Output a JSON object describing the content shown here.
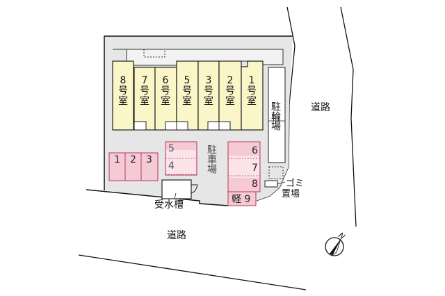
{
  "colors": {
    "lot_fill": "#e6e6e6",
    "building_fill": "#fbf6c8",
    "parking_fill": "#f6c9d6",
    "parking_border": "#b23a5a",
    "line": "#111111",
    "background": "#ffffff"
  },
  "rooms": [
    {
      "num": "8",
      "suffix1": "号",
      "suffix2": "室"
    },
    {
      "num": "7",
      "suffix1": "号",
      "suffix2": "室"
    },
    {
      "num": "6",
      "suffix1": "号",
      "suffix2": "室"
    },
    {
      "num": "5",
      "suffix1": "号",
      "suffix2": "室"
    },
    {
      "num": "3",
      "suffix1": "号",
      "suffix2": "室"
    },
    {
      "num": "2",
      "suffix1": "号",
      "suffix2": "室"
    },
    {
      "num": "1",
      "suffix1": "号",
      "suffix2": "室"
    }
  ],
  "parking": {
    "label": "駐車場",
    "left_spaces": [
      "1",
      "2",
      "3"
    ],
    "center_spaces": [
      "5",
      "4"
    ],
    "right_spaces": [
      "6",
      "7",
      "8"
    ],
    "kei_space": {
      "prefix": "軽",
      "num": "9"
    }
  },
  "bicycle_parking": {
    "label": "駐輪場"
  },
  "garbage": {
    "label_line1": "ゴミ",
    "label_line2": "置場"
  },
  "water_tank": {
    "label": "受水槽"
  },
  "roads": {
    "east": "道路",
    "south": "道路"
  },
  "compass": {
    "label": "N",
    "icon": "north-arrow-icon"
  }
}
